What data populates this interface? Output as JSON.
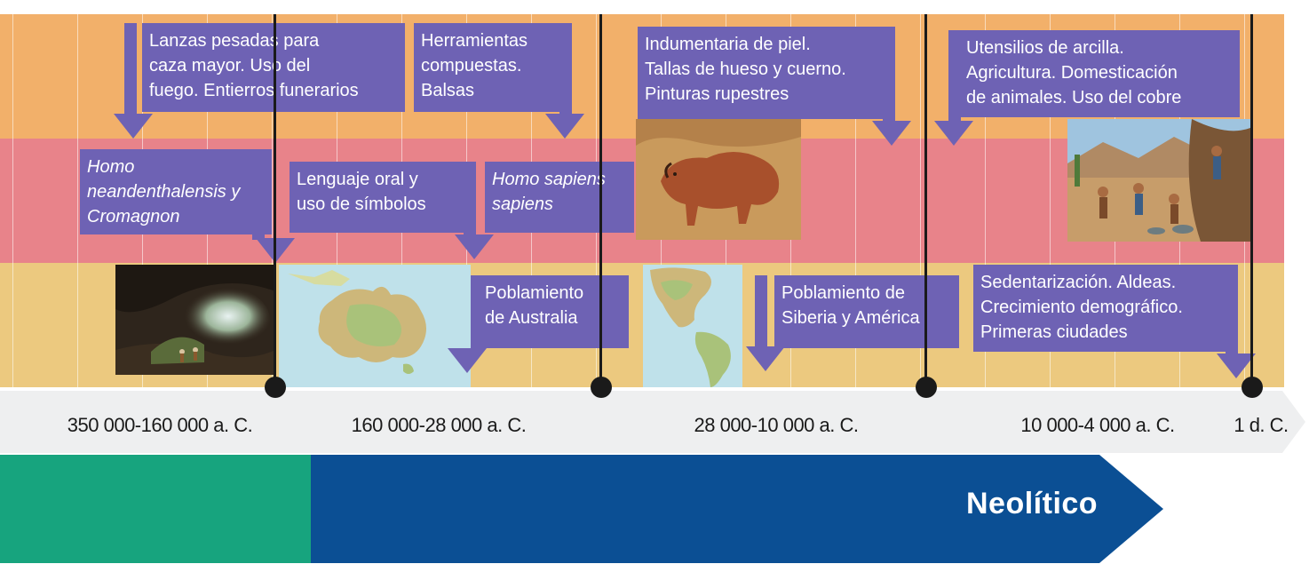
{
  "timeline": {
    "labels": [
      "350 000-160 000 a. C.",
      "160 000-28 000 a. C.",
      "28 000-10 000 a. C.",
      "10 000-4 000 a. C.",
      "1 d. C."
    ]
  },
  "events": {
    "lanzas": [
      "Lanzas pesadas para",
      "caza mayor. Uso del",
      "fuego. Entierros funerarios"
    ],
    "herramientas": [
      "Herramientas",
      "compuestas.",
      "Balsas"
    ],
    "indumentaria": [
      "Indumentaria de piel.",
      "Tallas de hueso y cuerno.",
      "Pinturas rupestres"
    ],
    "utensilios": [
      "Utensilios de arcilla.",
      "Agricultura. Domesticación",
      "de animales. Uso del cobre"
    ],
    "homo_neander": [
      "Homo",
      "neandenthalensis y",
      "Cromagnon"
    ],
    "lenguaje": [
      "Lenguaje oral y",
      "uso de símbolos"
    ],
    "homo_sapiens": [
      "Homo sapiens",
      "sapiens"
    ],
    "australia": [
      "Poblamiento",
      "de Australia"
    ],
    "siberia": [
      "Poblamiento de",
      "Siberia y América"
    ],
    "sedentarizacion": [
      "Sedentarización. Aldeas.",
      "Crecimiento demográfico.",
      "Primeras ciudades"
    ]
  },
  "periods": {
    "neolitico": "Neolítico"
  },
  "colors": {
    "band_top": "#f2b06a",
    "band_mid": "#e8838a",
    "band_bottom": "#ecc97f",
    "box": "#6e62b4",
    "paleolithic_bar": "#17a47e",
    "neolithic_bar": "#0b4f94"
  }
}
